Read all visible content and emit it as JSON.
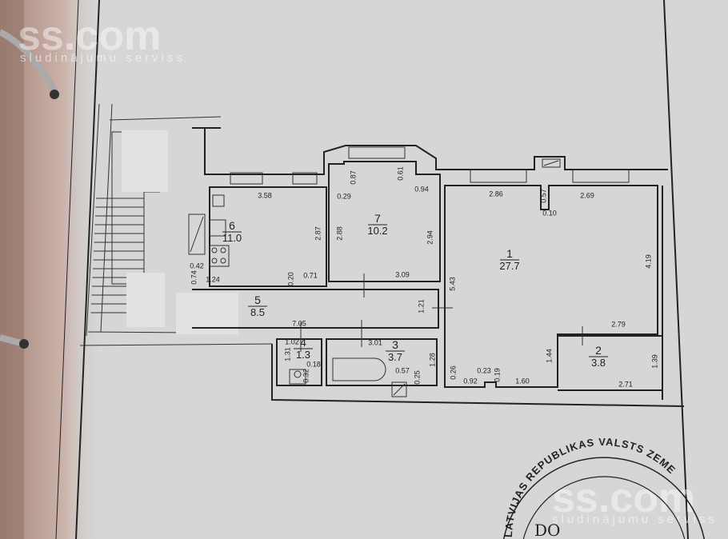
{
  "watermark": {
    "brand": "ss.com",
    "tagline": "sludinājumu serviss"
  },
  "stamp": {
    "arc_text": "LATVIJAS REPUBLIKAS VALSTS ZEME",
    "inner_text": "DO"
  },
  "colors": {
    "paper": "#d6d6d6",
    "binder_edge": "#b89a8a",
    "ink": "#222222"
  },
  "rooms": [
    {
      "number": "1",
      "area": "27.7"
    },
    {
      "number": "2",
      "area": "3.8"
    },
    {
      "number": "3",
      "area": "3.7"
    },
    {
      "number": "4",
      "area": "1.3"
    },
    {
      "number": "5",
      "area": "8.5"
    },
    {
      "number": "6",
      "area": "11.0"
    },
    {
      "number": "7",
      "area": "10.2"
    }
  ],
  "dimensions": {
    "room6": [
      "3.58",
      "2.87",
      "0.42",
      "0.74",
      "1.24",
      "0.20",
      "0.71"
    ],
    "room7": [
      "0.87",
      "0.61",
      "0.29",
      "0.94",
      "2.88",
      "2.94",
      "3.09"
    ],
    "room1": [
      "2.86",
      "0.57",
      "2.69",
      "0.10",
      "5.43",
      "4.19",
      "2.79",
      "1.44",
      "0.26",
      "0.23",
      "0.19",
      "0.92",
      "1.60"
    ],
    "room2": [
      "1.39",
      "2.71"
    ],
    "room5": [
      "1.21",
      "7.05"
    ],
    "room4": [
      "1.02",
      "1.31",
      "0.32",
      "0.18"
    ],
    "room3": [
      "3.01",
      "1.28",
      "0.57",
      "0.25"
    ]
  }
}
